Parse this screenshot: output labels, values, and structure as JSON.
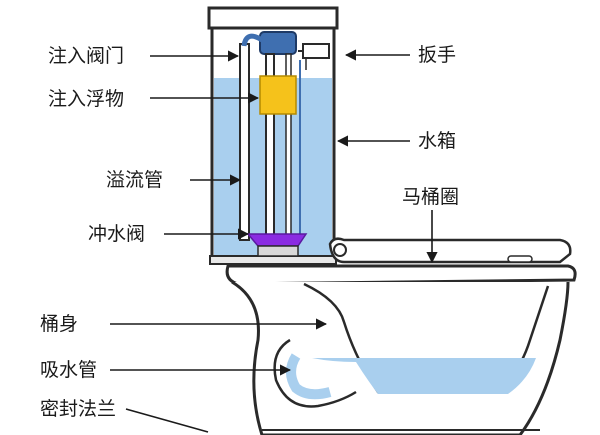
{
  "labels": {
    "fill_valve": "注入阀门",
    "fill_float": "注入浮物",
    "overflow_tube": "溢流管",
    "flush_valve": "冲水阀",
    "bowl": "桶身",
    "siphon_tube": "吸水管",
    "seal_flange": "密封法兰",
    "handle": "扳手",
    "tank": "水箱",
    "seat_ring": "马桶圈"
  },
  "colors": {
    "water": "#a9cfee",
    "outline": "#2a2a2a",
    "float": "#f5c21b",
    "flapper": "#8a2be2",
    "valve": "#3f6fb0"
  }
}
